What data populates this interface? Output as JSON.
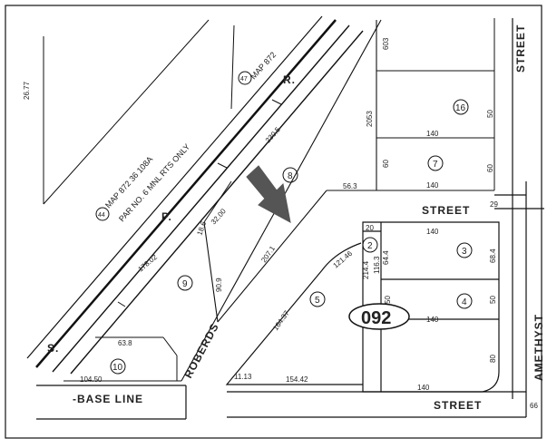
{
  "map": {
    "page_id": "092",
    "arrow_color": "#555555",
    "line_color": "#111111",
    "streets": {
      "base_line": "-BASE LINE",
      "roberds": "ROBERDS",
      "amethyst": "AMETHYST",
      "street_top_right": "STREET",
      "street_mid": "STREET",
      "street_bottom": "STREET"
    },
    "rail": {
      "label_r": "R.",
      "label_p": "P.",
      "label_s": "S."
    },
    "notes": {
      "map_ref_1": "MAP 872",
      "map_ref_2": "MAP 872 36 108A",
      "par_note": "PAR NO. 6 MNL RTS ONLY",
      "circle_44": "44",
      "circle_47": "47"
    },
    "parcels": {
      "p2": "2",
      "p3": "3",
      "p4": "4",
      "p5": "5",
      "p7": "7",
      "p8": "8",
      "p9": "9",
      "p10": "10",
      "p16": "16"
    },
    "dimensions": {
      "d603": "603",
      "d2053": "2053",
      "d140a": "140",
      "d140b": "140",
      "d140c": "140",
      "d140d": "140",
      "d140e": "140",
      "d60a": "60",
      "d60b": "60",
      "d50a": "50",
      "d50b": "50",
      "d50c": "50",
      "d563": "56.3",
      "d20": "20",
      "d2305": "230.5",
      "d2071": "207.1",
      "d3200": "32.00",
      "d186": "18.6",
      "d909": "90.9",
      "d17802": "178.02",
      "d638": "63.8",
      "d10450": "104.50",
      "d12146": "121.46",
      "d2144": "214.4",
      "d1163": "116.3",
      "d644": "64.4",
      "d684": "68.4",
      "d16437": "164.37",
      "d1113": "11.13",
      "d15442": "154.42",
      "d80": "80",
      "d66": "66",
      "d29": "29",
      "d2677": "26.77"
    }
  }
}
